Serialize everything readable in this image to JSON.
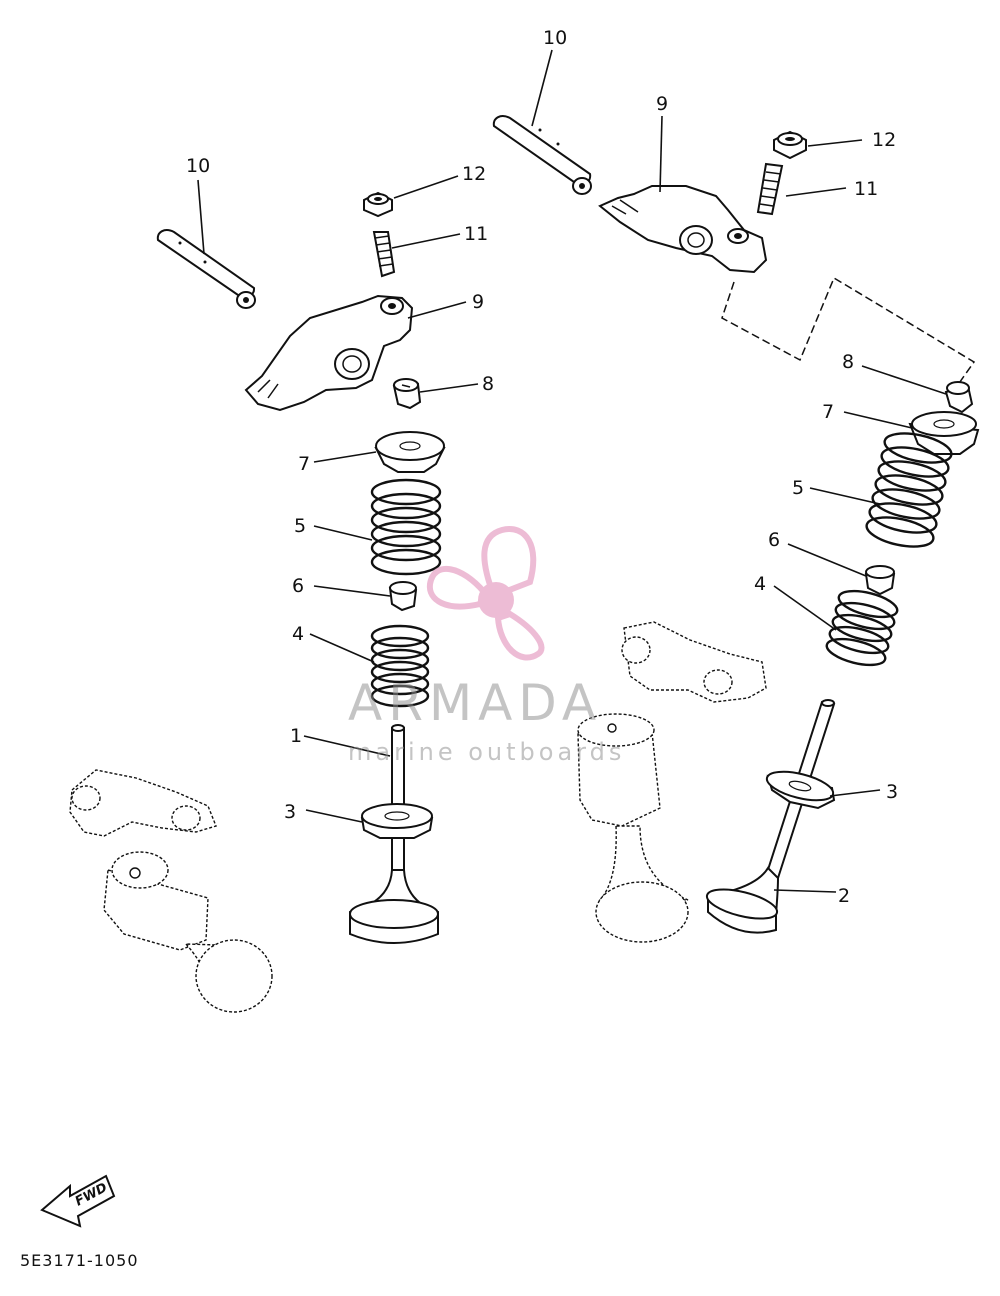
{
  "callouts": {
    "c10a": "10",
    "c10b": "10",
    "c9a": "9",
    "c9b": "9",
    "c12a": "12",
    "c12b": "12",
    "c11a": "11",
    "c11b": "11",
    "c8a": "8",
    "c8b": "8",
    "c7a": "7",
    "c7b": "7",
    "c5a": "5",
    "c5b": "5",
    "c6a": "6",
    "c6b": "6",
    "c4a": "4",
    "c4b": "4",
    "c1": "1",
    "c3a": "3",
    "c3b": "3",
    "c2": "2"
  },
  "watermark": {
    "brand": "ARMADA",
    "tagline": "marine outboards",
    "color": "#e8a6c8"
  },
  "arrow_label": "FWD",
  "drawing_code": "5E3171-1050"
}
